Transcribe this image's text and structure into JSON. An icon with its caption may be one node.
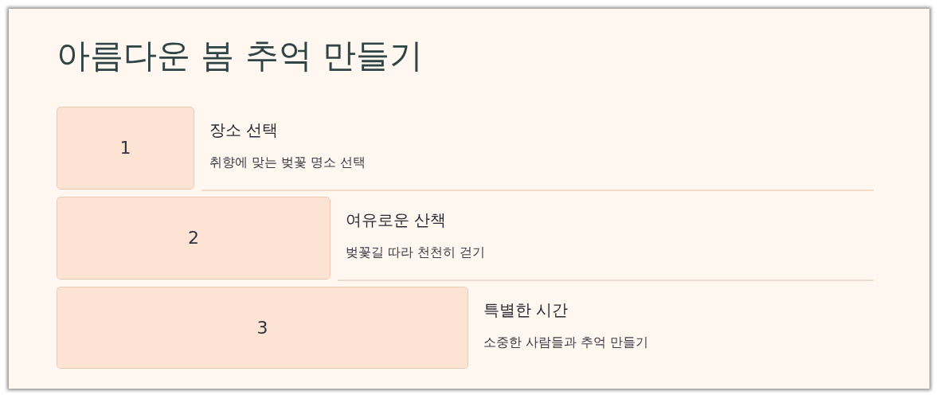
{
  "diagram": {
    "title": "아름다운 봄 추억 만들기",
    "nodes": [
      {
        "text": [
          "1"
        ],
        "beside": [
          "장소 선택",
          "취향에 맞는 벚꽃 명소 선택"
        ]
      },
      {
        "text": [
          "2"
        ],
        "beside": [
          "여유로운 산책",
          "벚꽃길 따라 천천히 걷기"
        ]
      },
      {
        "text": [
          "3"
        ],
        "beside": [
          "특별한 시간",
          "소중한 사람들과 추억 만들기"
        ]
      }
    ]
  }
}
